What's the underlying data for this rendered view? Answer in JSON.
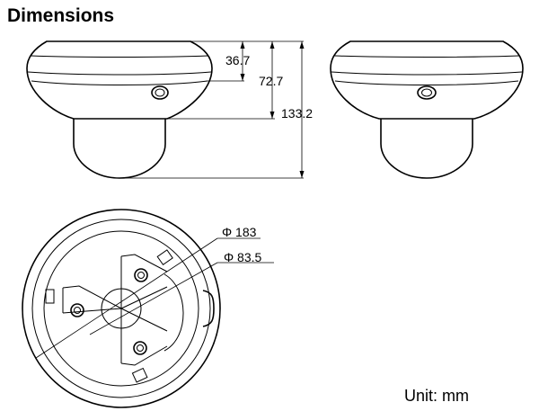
{
  "title": "Dimensions",
  "dimensions": {
    "height_top": "36.7",
    "height_mid": "72.7",
    "height_total": "133.2",
    "diameter_outer": "Φ 183",
    "diameter_inner": "Φ 83.5"
  },
  "unit_label": "Unit: mm"
}
